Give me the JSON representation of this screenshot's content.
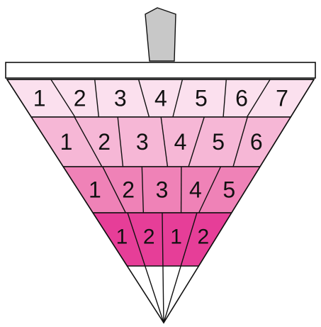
{
  "diagram": {
    "rows": [
      {
        "fill": "#fbe0ee",
        "labels": [
          "1",
          "2",
          "3",
          "4",
          "5",
          "6",
          "7"
        ]
      },
      {
        "fill": "#f6b7d6",
        "labels": [
          "1",
          "2",
          "3",
          "4",
          "5",
          "6"
        ]
      },
      {
        "fill": "#ef82b7",
        "labels": [
          "1",
          "2",
          "3",
          "4",
          "5"
        ]
      },
      {
        "fill": "#e63e98",
        "labels": [
          "1",
          "2",
          "1",
          "2"
        ]
      }
    ],
    "colors": {
      "cap": "#ffffff",
      "handle": "#c8c8c8",
      "outline": "#111111"
    },
    "icons": [
      "handle-icon"
    ]
  }
}
